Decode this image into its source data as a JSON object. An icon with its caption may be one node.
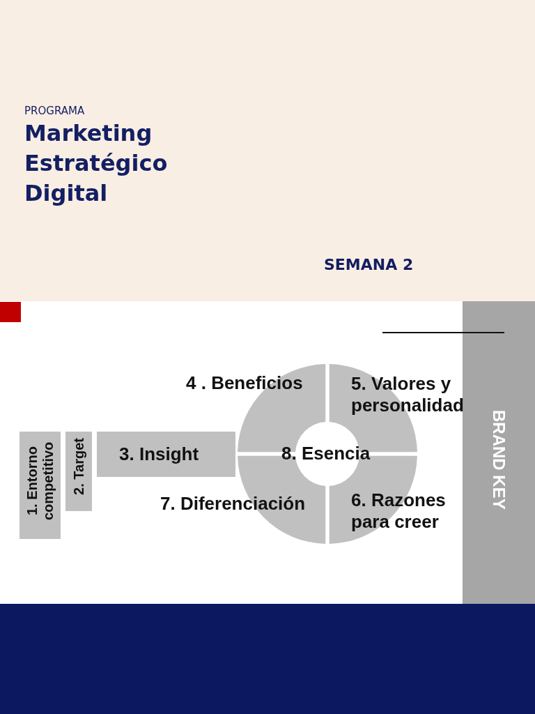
{
  "diagram": {
    "title": "Marketing Estratégico Digital",
    "nodes": [
      {
        "text": [
          "1. Entorno competitivo"
        ]
      },
      {
        "text": [
          "2. Target"
        ]
      },
      {
        "text": [
          "3. Insight"
        ]
      },
      {
        "text": [
          "4 . Beneficios"
        ]
      },
      {
        "text": [
          "5. Valores y personalidad"
        ]
      },
      {
        "text": [
          "6. Razones para creer"
        ]
      },
      {
        "text": [
          "7. Diferenciación"
        ]
      },
      {
        "text": [
          "8. Esencia"
        ]
      },
      {
        "text": [
          "BRAND KEY"
        ]
      }
    ],
    "labels": [
      "PROGRAMA",
      "SEMANA 2"
    ]
  }
}
